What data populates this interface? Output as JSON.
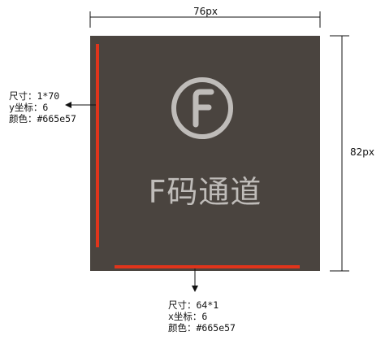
{
  "tile": {
    "name": "F码通道",
    "logo_letter": "F",
    "width_label": "76px",
    "height_label": "82px",
    "background_color": "#4a443f",
    "text_color": "#bfbcb9"
  },
  "annotations": {
    "vertical_line": {
      "size": "尺寸：1*70",
      "coord": "y坐标：6",
      "color": "颜色：#665e57",
      "line_color": "#e0341b"
    },
    "horizontal_line": {
      "size": "尺寸：64*1",
      "coord": "x坐标：6",
      "color": "颜色：#665e57",
      "line_color": "#e0341b"
    }
  }
}
